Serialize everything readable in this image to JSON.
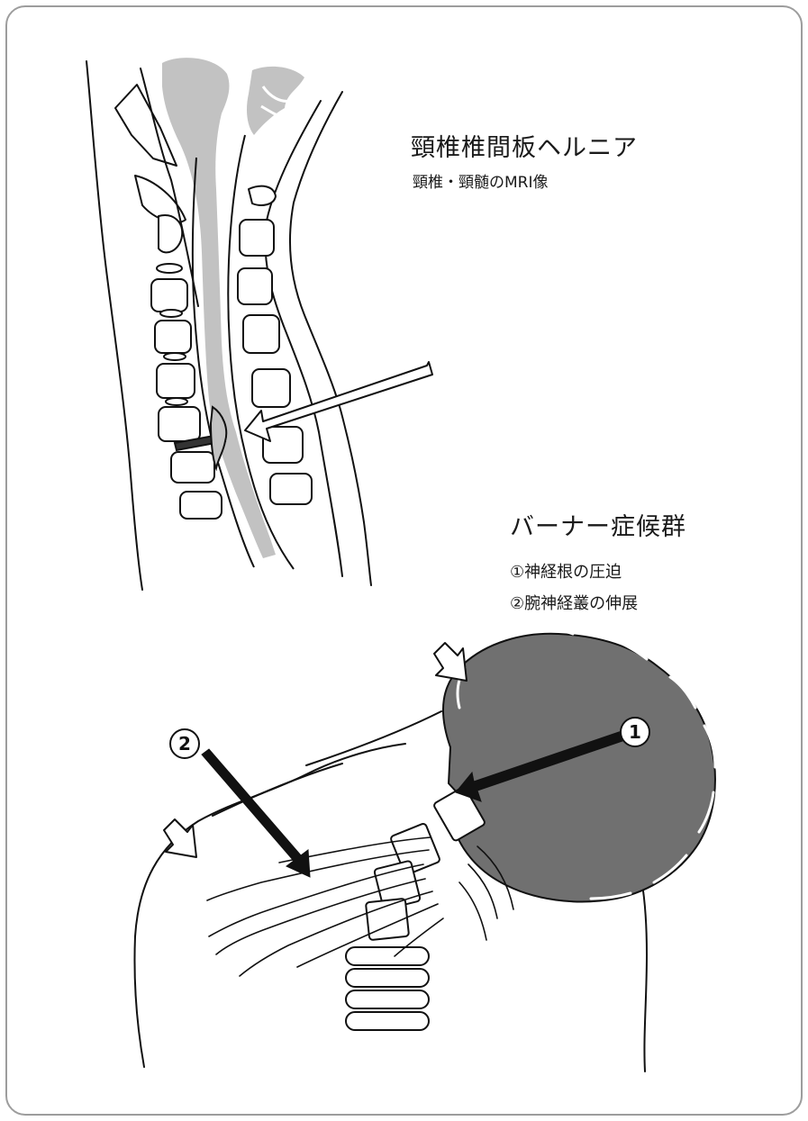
{
  "mri_section": {
    "title": "頸椎椎間板ヘルニア",
    "subtitle": "頸椎・頸髄のMRI像"
  },
  "burner_section": {
    "title": "バーナー症候群",
    "causes": [
      "①神経根の圧迫",
      "②腕神経叢の伸展"
    ]
  },
  "markers": {
    "one": "1",
    "two": "2"
  },
  "colors": {
    "head_fill": "#707070",
    "spinal_cord_fill": "#c2c2c2",
    "frame_border": "#9d9d9d",
    "line": "#111111"
  }
}
